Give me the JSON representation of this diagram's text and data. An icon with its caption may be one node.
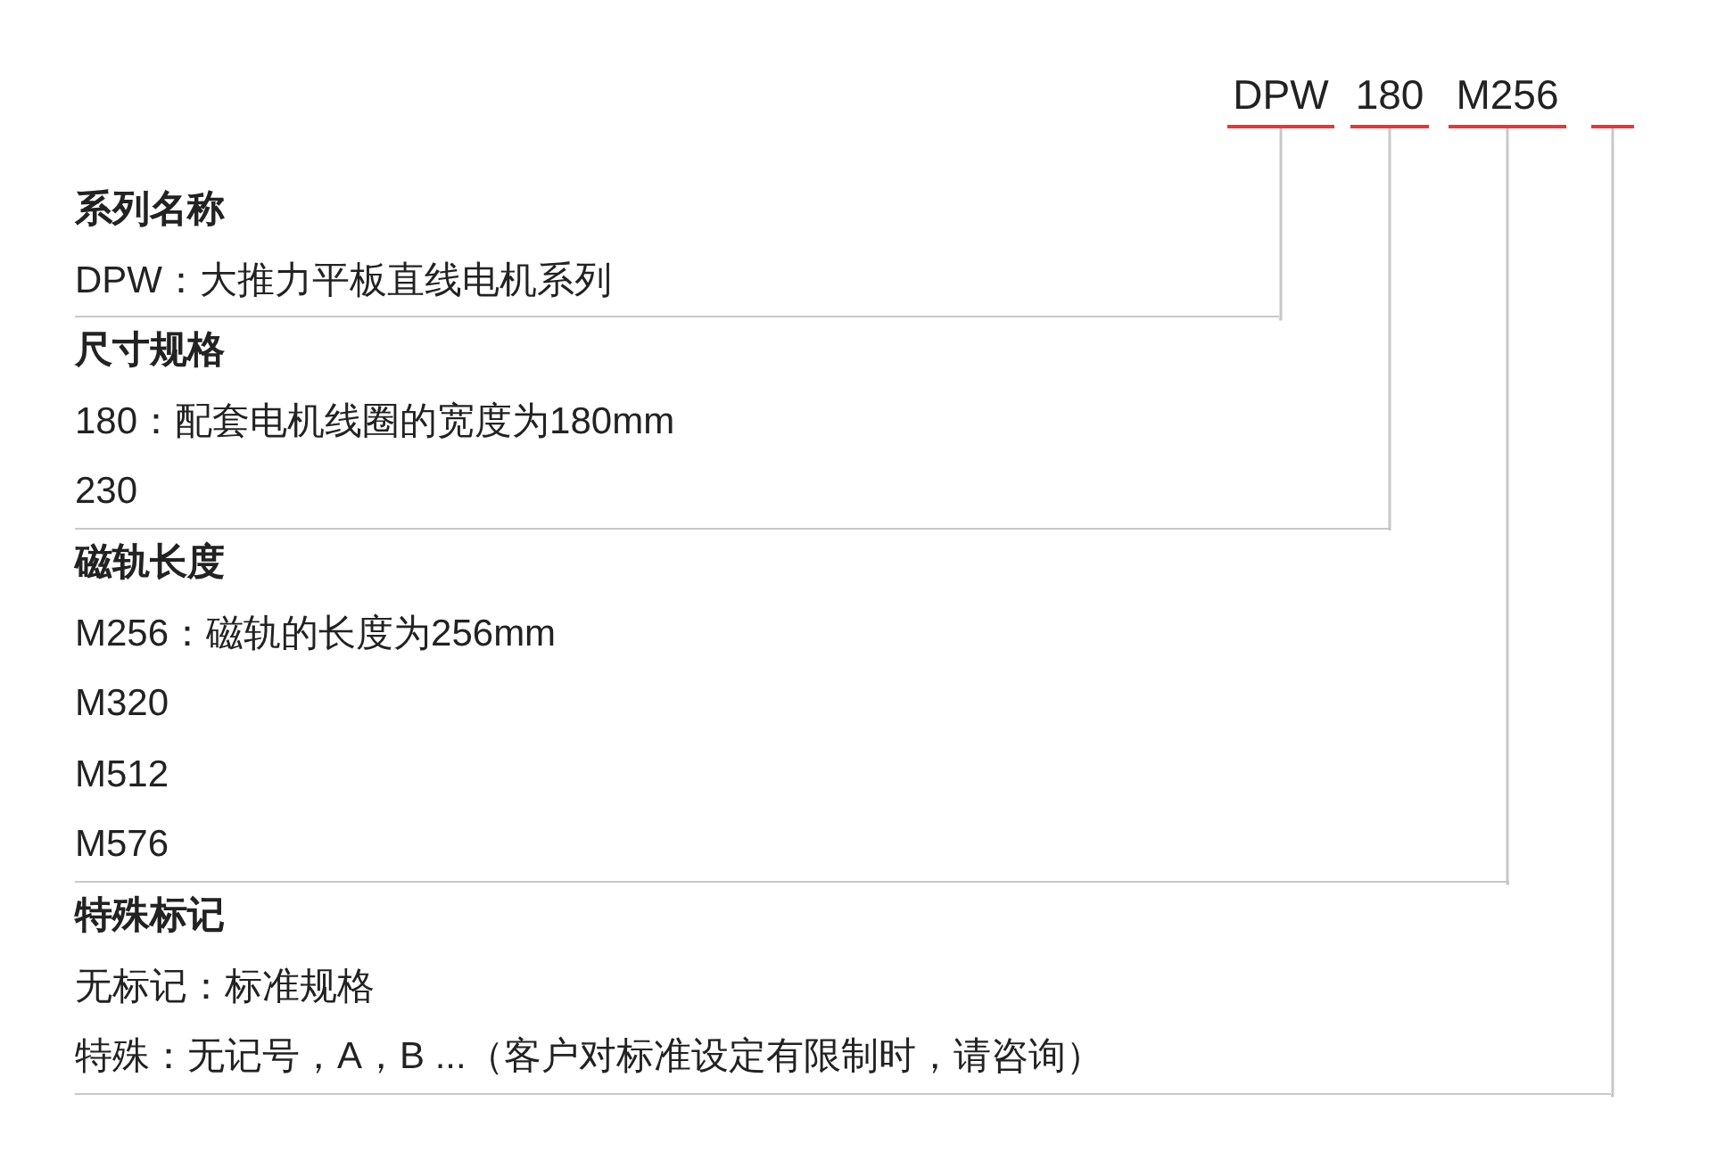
{
  "diagram": {
    "nodes": [
      {
        "text": [
          "DPW"
        ]
      },
      {
        "text": [
          "180"
        ]
      },
      {
        "text": [
          "M256"
        ]
      },
      {
        "text": [],
        "shape": "bar"
      },
      {
        "text": [
          "系列名称",
          "DPW：大推力平板直线电机系列"
        ]
      },
      {
        "text": [
          "尺寸规格",
          "180：配套电机线圈的宽度为180mm",
          "230"
        ]
      },
      {
        "text": [
          "磁轨长度",
          "M256：磁轨的长度为256mm",
          "M320",
          "M512",
          "M576"
        ]
      },
      {
        "text": [
          "特殊标记",
          "无标记：标准规格",
          "特殊：无记号，A，B ...（客户对标准设定有限制时，请咨询）"
        ]
      }
    ],
    "edges": [
      {
        "from": 0,
        "to": 4,
        "arrow": "none"
      },
      {
        "from": 1,
        "to": 5,
        "arrow": "none"
      },
      {
        "from": 2,
        "to": 6,
        "arrow": "none"
      },
      {
        "from": 3,
        "to": 7,
        "arrow": "none"
      }
    ]
  }
}
